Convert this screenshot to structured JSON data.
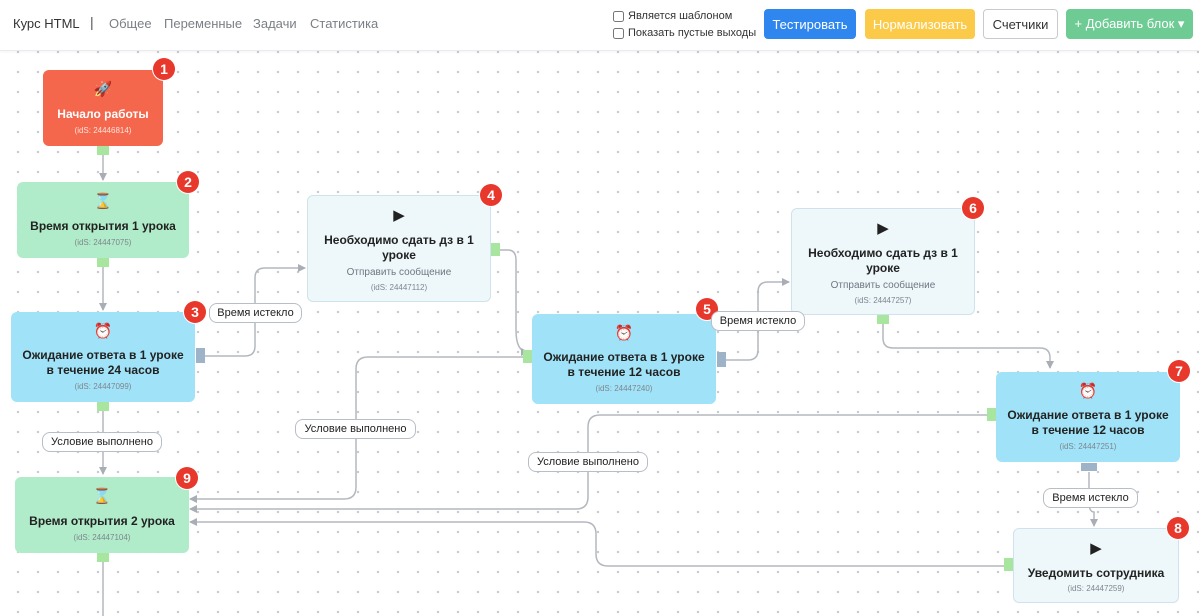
{
  "header": {
    "course_title": "Курс HTML",
    "separator": "|",
    "nav": [
      "Общее",
      "Переменные",
      "Задачи",
      "Статистика"
    ],
    "checkboxes": [
      {
        "label": "Является шаблоном",
        "checked": false
      },
      {
        "label": "Показать пустые выходы",
        "checked": false
      }
    ],
    "buttons": {
      "test": "Тестировать",
      "normalize": "Нормализовать",
      "counters": "Счетчики",
      "add_block": "+ Добавить блок ▾"
    }
  },
  "blocks": [
    {
      "badge": "1",
      "icon": "rocket-icon",
      "glyph": "🚀",
      "title": "Начало работы",
      "id": "(idS: 24446814)"
    },
    {
      "badge": "2",
      "icon": "hourglass-icon",
      "glyph": "⌛",
      "title": "Время открытия 1 урока",
      "id": "(idS: 24447075)"
    },
    {
      "badge": "3",
      "icon": "alarm-clock-icon",
      "glyph": "⏰",
      "title": "Ожидание ответа в 1 уроке в течение 24 часов",
      "id": "(idS: 24447099)"
    },
    {
      "badge": "4",
      "icon": "play-icon",
      "glyph": "▶",
      "title": "Необходимо сдать дз в 1 уроке",
      "subtitle": "Отправить сообщение",
      "id": "(idS: 24447112)"
    },
    {
      "badge": "5",
      "icon": "alarm-clock-icon",
      "glyph": "⏰",
      "title": "Ожидание ответа в 1 уроке в течение 12 часов",
      "id": "(idS: 24447240)"
    },
    {
      "badge": "6",
      "icon": "play-icon",
      "glyph": "▶",
      "title": "Необходимо сдать дз в 1 уроке",
      "subtitle": "Отправить сообщение",
      "id": "(idS: 24447257)"
    },
    {
      "badge": "7",
      "icon": "alarm-clock-icon",
      "glyph": "⏰",
      "title": "Ожидание ответа в 1 уроке в течение 12 часов",
      "id": "(idS: 24447251)"
    },
    {
      "badge": "8",
      "icon": "play-icon",
      "glyph": "▶",
      "title": "Уведомить сотрудника",
      "id": "(idS: 24447259)"
    },
    {
      "badge": "9",
      "icon": "hourglass-icon",
      "glyph": "⌛",
      "title": "Время открытия 2 урока",
      "id": "(idS: 24447104)"
    }
  ],
  "edge_labels": {
    "timeout_1": "Время истекло",
    "timeout_2": "Время истекло",
    "timeout_3": "Время истекло",
    "condition_1": "Условие выполнено",
    "condition_2": "Условие выполнено",
    "condition_3": "Условие выполнено"
  },
  "colors": {
    "start_block": "#f4674c",
    "delay_block": "#b0ecc9",
    "wait_block": "#a0e3f8",
    "message_block": "#eef8fb",
    "badge": "#e8372b",
    "primary_button": "#2f86ee",
    "warning_button": "#fbca49",
    "success_button": "#6ecb94"
  }
}
